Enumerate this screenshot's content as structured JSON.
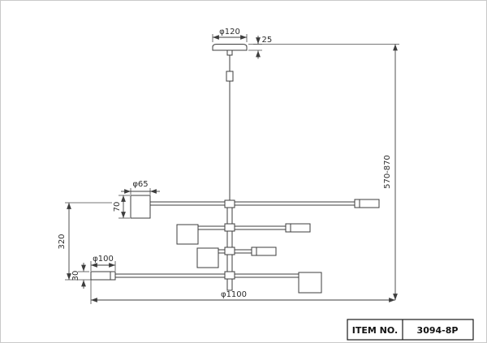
{
  "diagram": {
    "labels": {
      "canopy_diameter": "φ120",
      "canopy_height": "25",
      "shade_diameter": "φ65",
      "shade_height": "70",
      "arms_span_height": "320",
      "end_shade_diameter": "φ100",
      "end_shade_height": "30",
      "overall_diameter": "φ1100",
      "suspension_height": "570-870"
    },
    "colors": {
      "line": "#3d3d3d",
      "text": "#2b2b2b",
      "table_border": "#1a1a1a",
      "background": "#ffffff"
    }
  },
  "title_block": {
    "label": "ITEM NO.",
    "value": "3094-8P"
  }
}
